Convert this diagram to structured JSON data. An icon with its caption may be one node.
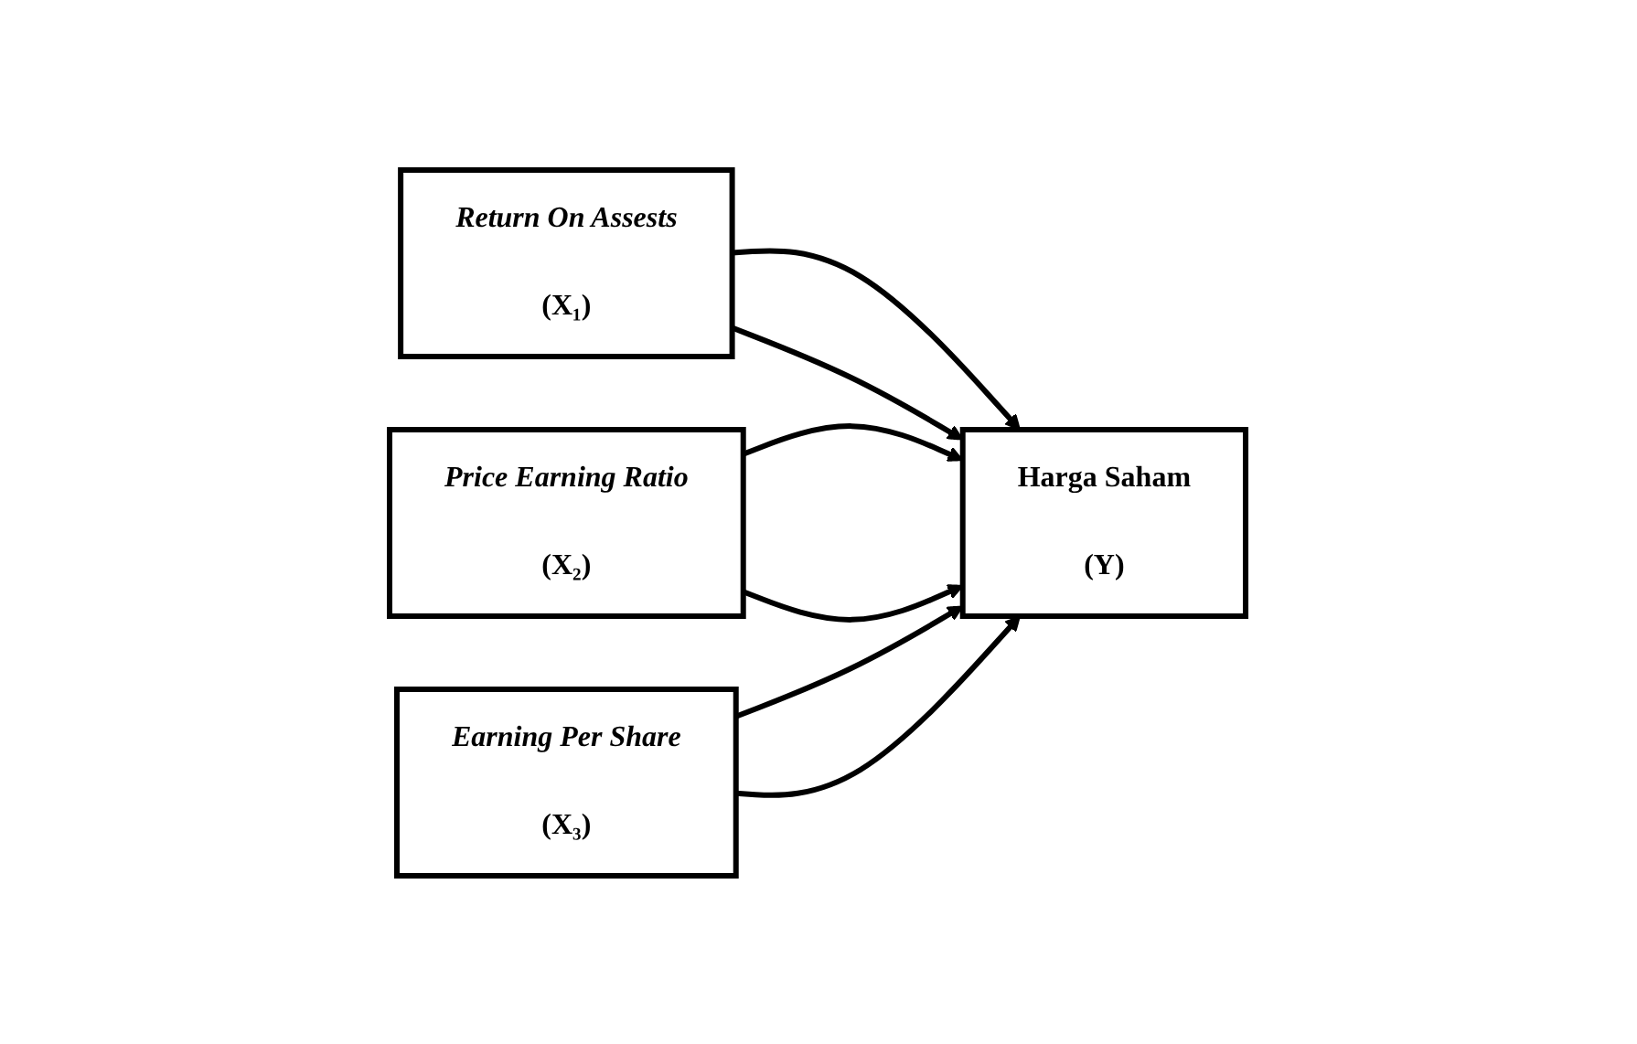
{
  "diagram": {
    "nodes": [
      {
        "text": [
          "Return On Assests",
          "(X₁)"
        ]
      },
      {
        "text": [
          "Price Earning Ratio",
          "(X₂)"
        ]
      },
      {
        "text": [
          "Earning Per Share",
          "(X₃)"
        ]
      },
      {
        "text": [
          "Harga Saham",
          "(Y)"
        ]
      }
    ],
    "edges": [
      {
        "from": 0,
        "to": 3,
        "arrow": "to"
      },
      {
        "from": 1,
        "to": 3,
        "arrow": "to"
      },
      {
        "from": 2,
        "to": 3,
        "arrow": "to"
      },
      {
        "from": 0,
        "to": 3,
        "arrow": "to"
      },
      {
        "from": 1,
        "to": 3,
        "arrow": "to"
      },
      {
        "from": 2,
        "to": 3,
        "arrow": "to"
      }
    ]
  }
}
